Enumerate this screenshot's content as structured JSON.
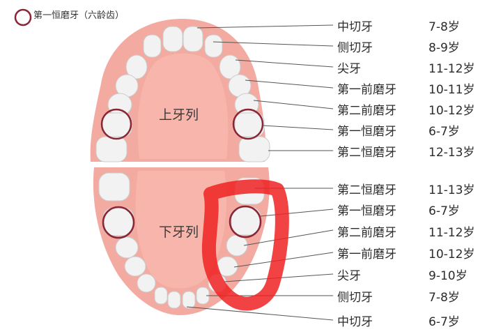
{
  "legend": "第一恒磨牙（六龄齿）",
  "upper_label": "上牙列",
  "lower_label": "下牙列",
  "upper": [
    {
      "name": "中切牙",
      "age": "7-8岁"
    },
    {
      "name": "侧切牙",
      "age": "8-9岁"
    },
    {
      "name": "尖牙",
      "age": "11-12岁"
    },
    {
      "name": "第一前磨牙",
      "age": "10-11岁"
    },
    {
      "name": "第二前磨牙",
      "age": "10-12岁"
    },
    {
      "name": "第一恒磨牙",
      "age": "6-7岁"
    },
    {
      "name": "第二恒磨牙",
      "age": "12-13岁"
    }
  ],
  "lower": [
    {
      "name": "第二恒磨牙",
      "age": "11-13岁"
    },
    {
      "name": "第一恒磨牙",
      "age": "6-7岁"
    },
    {
      "name": "第二前磨牙",
      "age": "11-12岁"
    },
    {
      "name": "第一前磨牙",
      "age": "10-12岁"
    },
    {
      "name": "尖牙",
      "age": "9-10岁"
    },
    {
      "name": "侧切牙",
      "age": "7-8岁"
    },
    {
      "name": "中切牙",
      "age": "6-7岁"
    }
  ],
  "colors": {
    "gum": "#f3aaa0",
    "palate": "#f5aea4",
    "tooth": "#f2f2f2",
    "ring": "#8a2535",
    "leader": "#555555",
    "marker": "#ee2222"
  }
}
